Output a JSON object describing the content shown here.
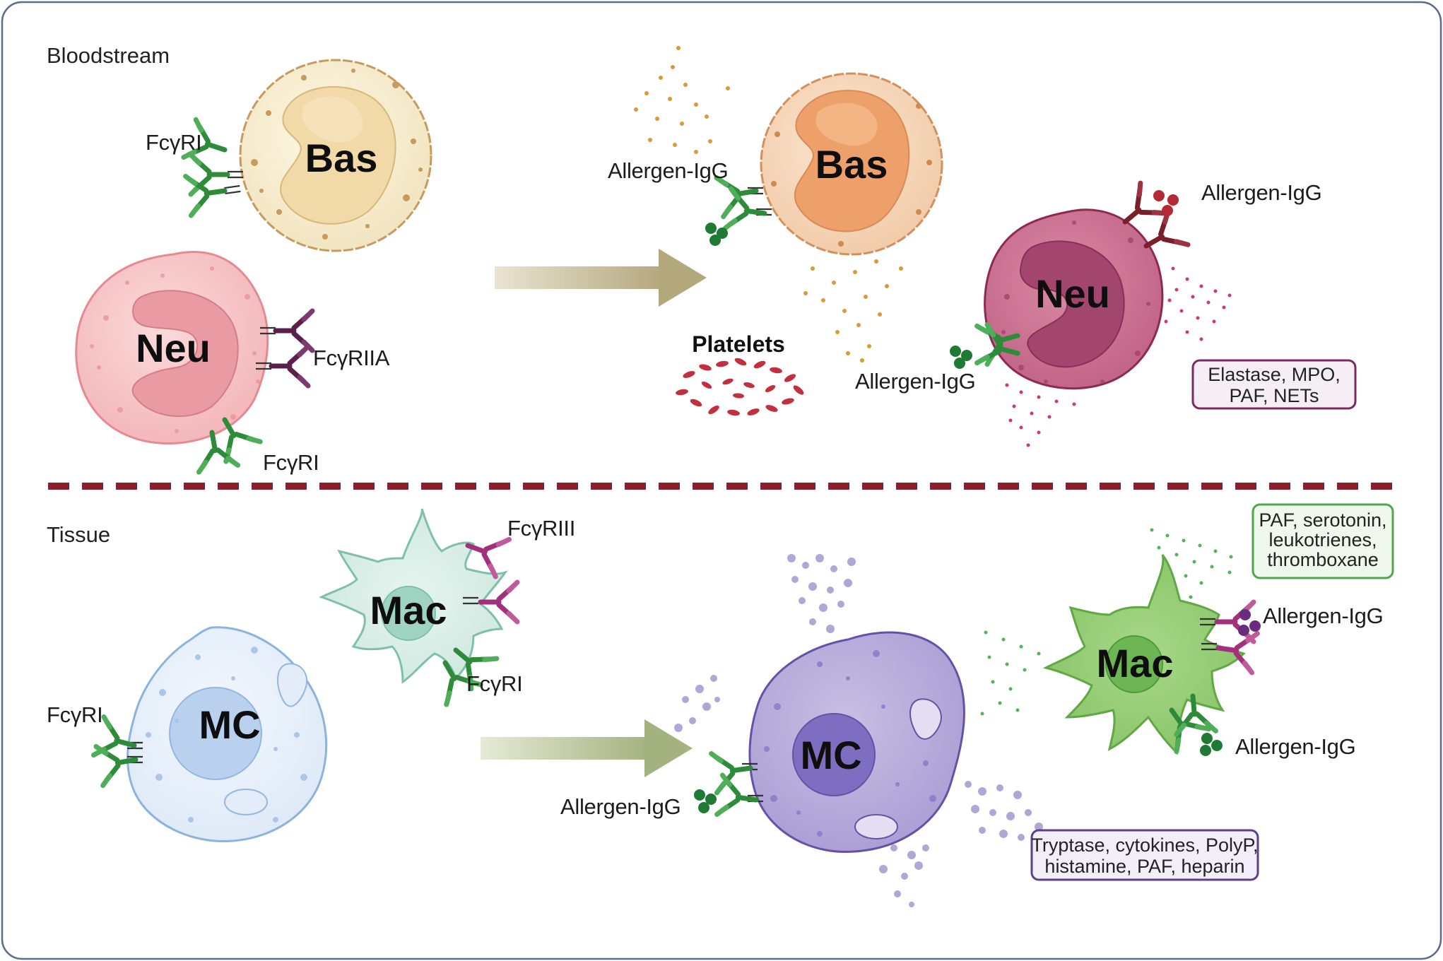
{
  "sections": {
    "bloodstream": "Bloodstream",
    "tissue": "Tissue"
  },
  "cells": {
    "bas": "Bas",
    "neu": "Neu",
    "mac": "Mac",
    "mc": "MC"
  },
  "receptors": {
    "bas_fcgri": "FcγRI",
    "neu_fcgriia": "FcγRIIA",
    "neu_fcgri": "FcγRI",
    "mac_fcgriii": "FcγRIII",
    "mac_fcgri": "FcγRI",
    "mc_fcgri": "FcγRI"
  },
  "activated_labels": {
    "bas_allergen": "Allergen-IgG",
    "neu_allergen_top": "Allergen-IgG",
    "neu_allergen_left": "Allergen-IgG",
    "mac_allergen_top": "Allergen-IgG",
    "mac_allergen_bottom": "Allergen-IgG",
    "mc_allergen": "Allergen-IgG",
    "platelets": "Platelets"
  },
  "mediator_boxes": {
    "neu": [
      "Elastase, MPO,",
      "PAF, NETs"
    ],
    "mac": [
      "PAF, serotonin,",
      "leukotrienes,",
      "thromboxane"
    ],
    "mc": [
      "Tryptase, cytokines, PolyP,",
      "histamine, PAF, heparin"
    ]
  },
  "colors": {
    "frame": "#5a6b8c",
    "divider": "#8b1d2c",
    "igg_green": "#2e8b3a",
    "fcgriia_purple": "#5b1f4d",
    "fcgriii_magenta": "#a3307c",
    "arrow_top": "#b8ad85",
    "arrow_bottom": "#a9b58a"
  }
}
